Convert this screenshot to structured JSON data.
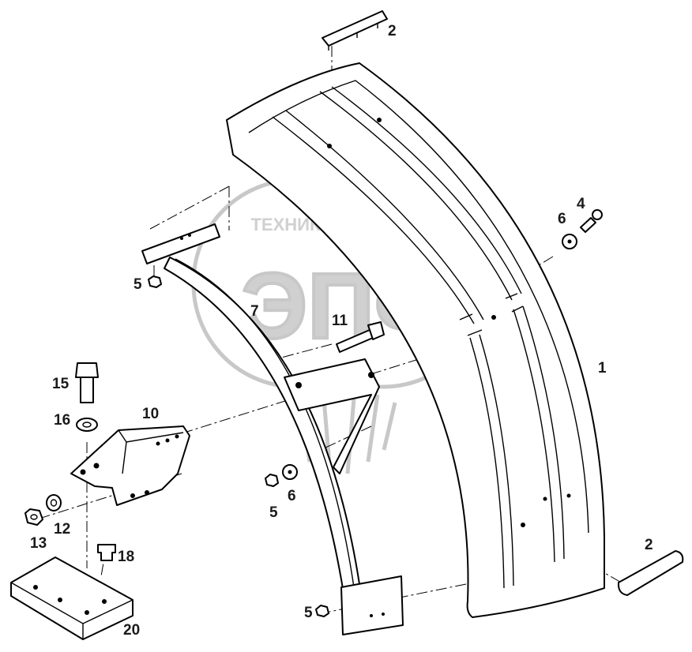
{
  "watermark": {
    "caption": "ТЕХНИКА ⊕ ЗАПЧАСТИ",
    "logo_text": "ЭПФ"
  },
  "callouts": {
    "c1": "1",
    "c2a": "2",
    "c2b": "2",
    "c4": "4",
    "c5a": "5",
    "c5b": "5",
    "c5c": "5",
    "c6a": "6",
    "c6b": "6",
    "c7": "7",
    "c10": "10",
    "c11": "11",
    "c12": "12",
    "c13": "13",
    "c15": "15",
    "c16": "16",
    "c18": "18",
    "c20": "20"
  },
  "colors": {
    "line": "#000000",
    "watermark": "#c8c8c8",
    "background": "#ffffff"
  }
}
